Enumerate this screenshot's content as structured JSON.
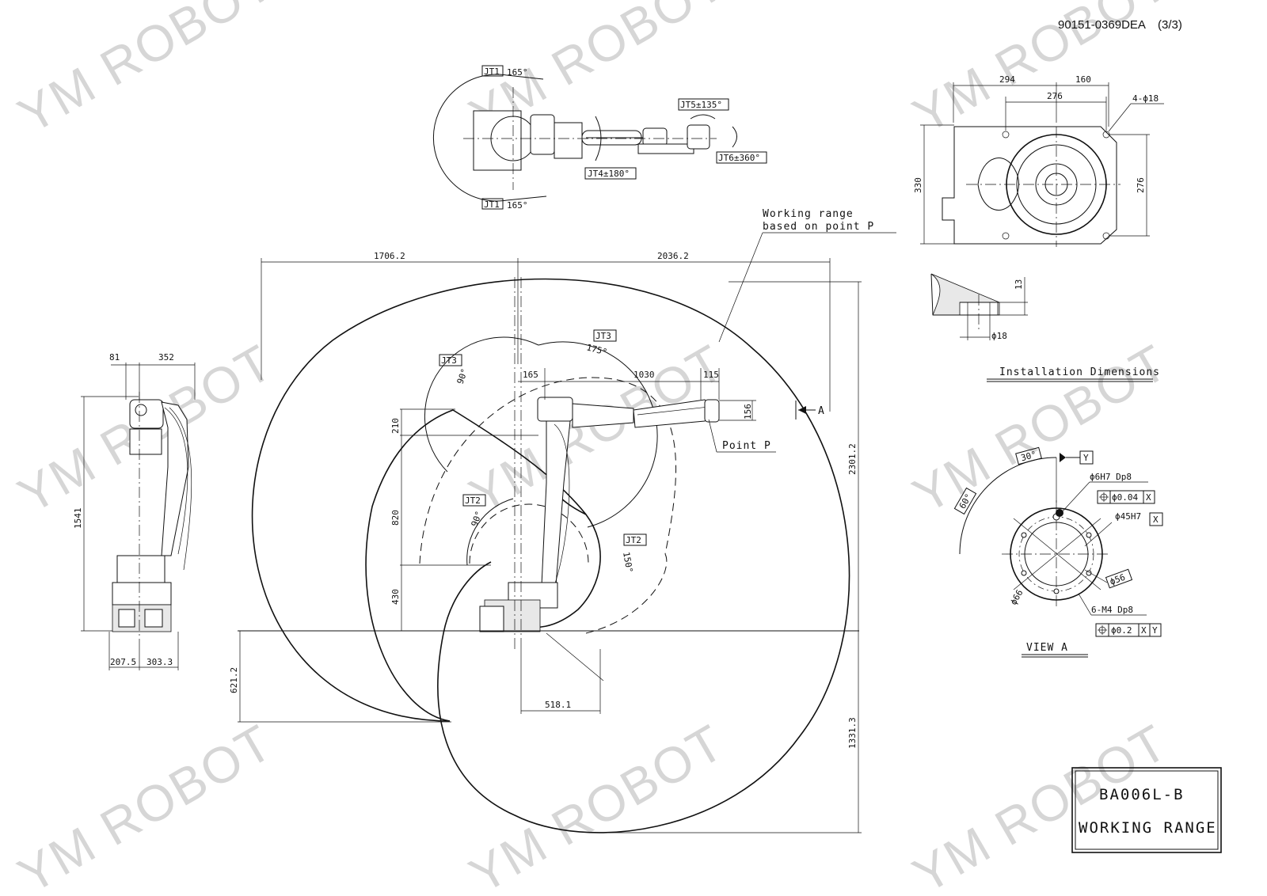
{
  "document": {
    "drawing_number": "90151-0369DEA",
    "sheet": "(3/3)",
    "watermark": "YM ROBOT"
  },
  "title_block": {
    "model": "BA006L-B",
    "subtitle": "WORKING RANGE"
  },
  "top_view": {
    "jt1_tag": "JT1",
    "jt1_upper": "165°",
    "jt1_lower": "165°",
    "jt4": "JT4±180°",
    "jt5": "JT5±135°",
    "jt6": "JT6±360°"
  },
  "side_view": {
    "dims": {
      "w81": "81",
      "w352": "352",
      "h1541": "1541",
      "b207": "207.5",
      "b303": "303.3"
    }
  },
  "main_view": {
    "working_range_note_line1": "Working range",
    "working_range_note_line2": "based on point P",
    "point_p": "Point P",
    "section_arrow": "A",
    "jt3_tag": "JT3",
    "jt3_left_angle": "90°",
    "jt3_top_angle": "175°",
    "jt2_tag": "JT2",
    "jt2_left_angle": "90°",
    "jt2_right_angle": "150°",
    "dims": {
      "d1706": "1706.2",
      "d2036": "2036.2",
      "d165": "165",
      "d1030": "1030",
      "d115": "115",
      "d156": "156",
      "d210": "210",
      "d820": "820",
      "d430": "430",
      "d2301": "2301.2",
      "d621": "621.2",
      "d518": "518.1",
      "d1331": "1331.3"
    }
  },
  "base_view": {
    "dims": {
      "d294": "294",
      "d160": "160",
      "d276h": "276",
      "d4holes": "4-ϕ18",
      "d330": "330",
      "d276v": "276"
    },
    "detail": {
      "d13": "13",
      "d18": "ϕ18"
    },
    "caption": "Installation Dimensions"
  },
  "view_a": {
    "caption": "VIEW A",
    "angle30": "30°",
    "angle60": "60°",
    "datum_y": "Y",
    "datum_x": "X",
    "pin_hole": "ϕ6H7 Dp8",
    "pin_tol": "ϕ0.04",
    "bore": "ϕ45H7",
    "d56": "ϕ56",
    "d66": "ϕ66",
    "tapped": "6-M4 Dp8",
    "tapped_tol": "ϕ0.2",
    "datum_xy_x": "X",
    "datum_xy_y": "Y"
  }
}
